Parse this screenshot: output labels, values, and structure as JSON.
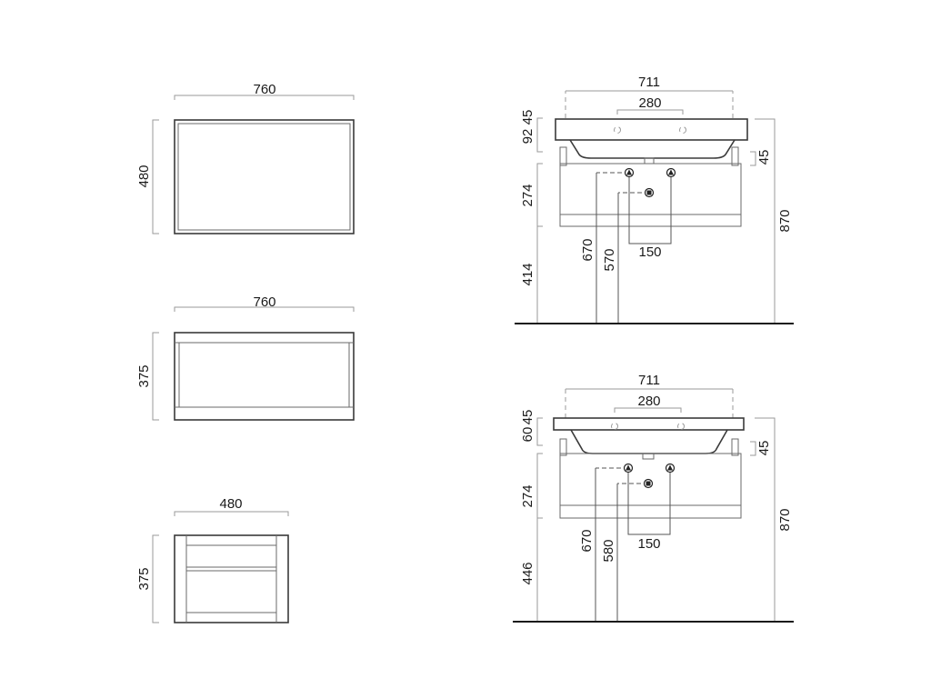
{
  "top_view": {
    "width_label": "760",
    "depth_label": "480"
  },
  "front_view": {
    "width_label": "760",
    "height_label": "375"
  },
  "side_view": {
    "width_label": "480",
    "height_label": "375"
  },
  "elevation_a": {
    "basin_width": "711",
    "tap_spacing": "280",
    "rim_label": "45",
    "basin_depth": "92",
    "bracket_label": "45",
    "cabinet_height": "274",
    "floor_to_cabinet": "414",
    "overall_height": "870",
    "supply_height": "670",
    "drain_height": "570",
    "supply_spacing": "150"
  },
  "elevation_b": {
    "basin_width": "711",
    "tap_spacing": "280",
    "rim_label": "45",
    "basin_depth": "60",
    "bracket_label": "45",
    "cabinet_height": "274",
    "floor_to_cabinet": "446",
    "overall_height": "870",
    "supply_height": "670",
    "drain_height": "580",
    "supply_spacing": "150"
  }
}
